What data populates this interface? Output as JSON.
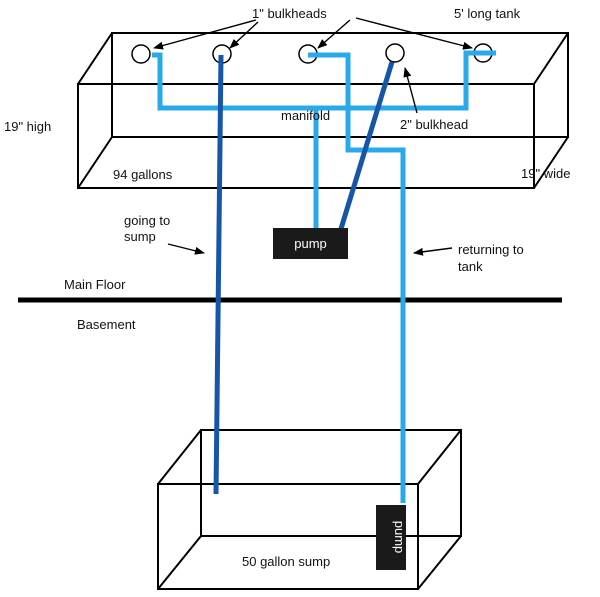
{
  "colors": {
    "supply_pipe": "#29a9e9",
    "drain_pipe": "#1656a8",
    "outline": "#000000",
    "pump_box": "#1a1a1a",
    "pump_text": "#ffffff"
  },
  "labels": {
    "one_inch_bulkheads": "1\" bulkheads",
    "tank_length": "5' long tank",
    "tank_height": "19\" high",
    "tank_width": "19\" wide",
    "tank_volume": "94 gallons",
    "manifold": "manifold",
    "two_inch_bulkhead": "2\" bulkhead",
    "pump_upstairs": "pump",
    "going_to_sump": [
      "going to",
      "sump"
    ],
    "returning_to_tank": [
      "returning to",
      "tank"
    ],
    "main_floor": "Main Floor",
    "basement": "Basement",
    "sump_volume": "50 gallon sump",
    "pump_sump": "pump"
  }
}
